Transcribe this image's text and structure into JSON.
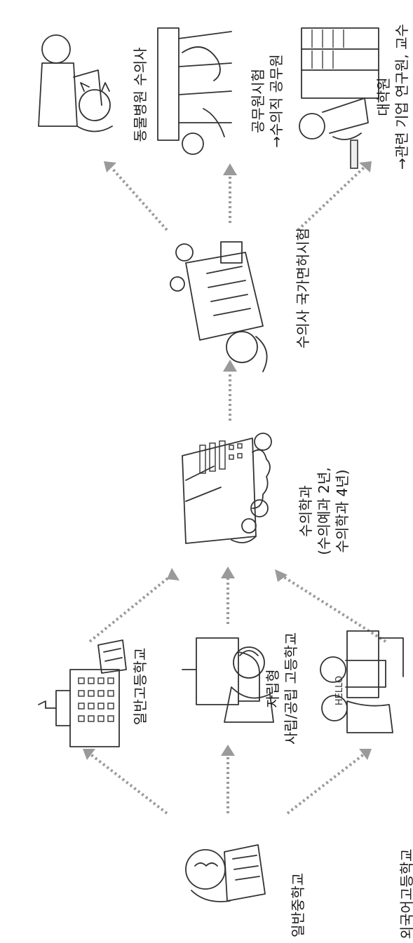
{
  "stages": {
    "middle_school": "일반중학교",
    "general_high": "일반고등학교",
    "private_public_high": "자립형\n사립/공립 고등학교",
    "foreign_language_high": "외국어고등학교",
    "vet_school": "수의학과\n(수의예과 2년,\n수의학과 4년)",
    "license_exam": "수의사 국가면허시험",
    "animal_hospital": "동물병원 수의사",
    "civil_service": "공무원시험\n→수의직 공무원",
    "graduate_school": "대학원\n→관련 기업 연구원, 교수"
  },
  "illustration_text": {
    "hello_sign": "HELLO"
  },
  "colors": {
    "arrow": "#9a9a9a",
    "line": "#333333"
  }
}
